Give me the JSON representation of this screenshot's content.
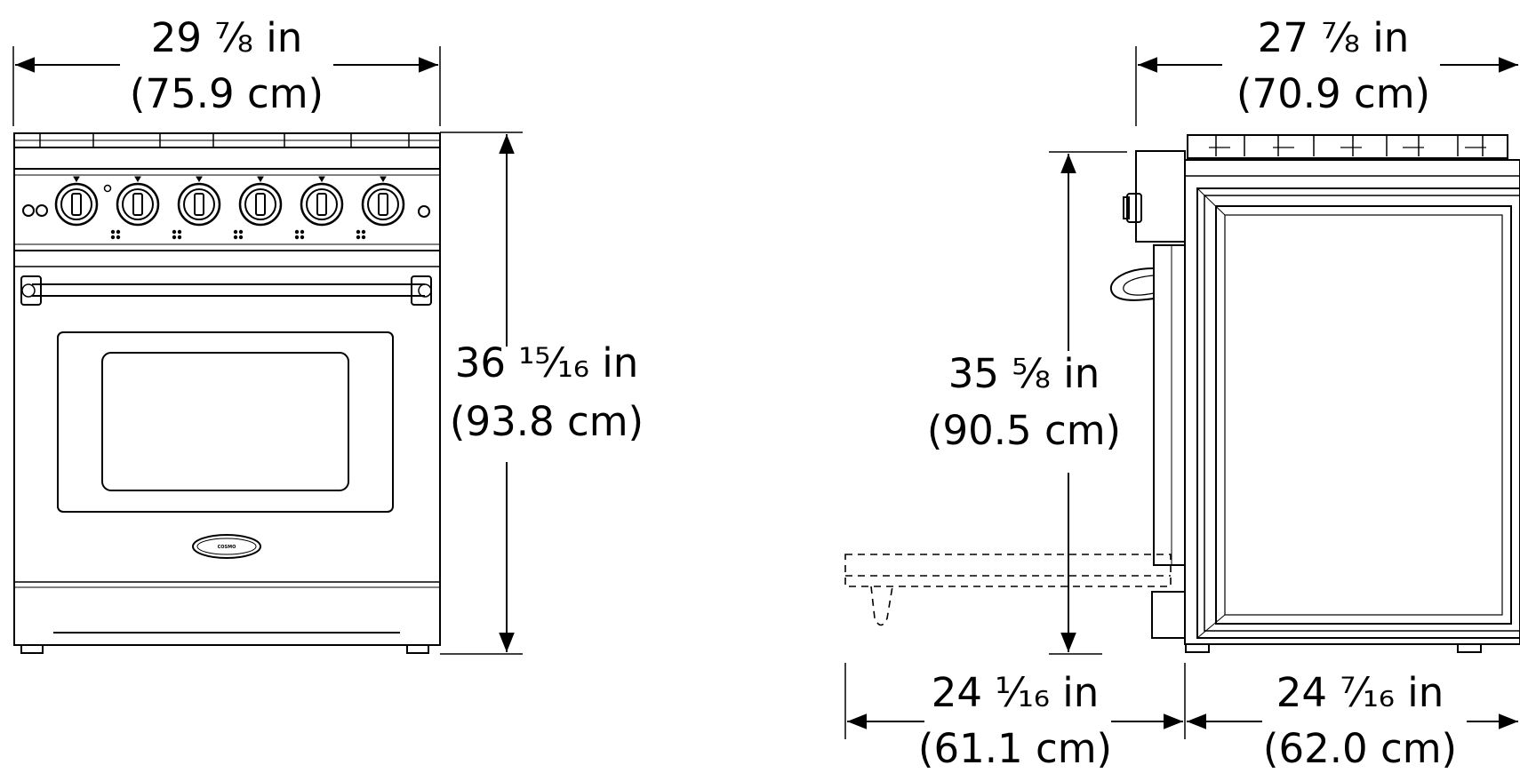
{
  "front_view": {
    "width_in": "29 ⅞ in",
    "width_cm": "(75.9 cm)",
    "height_in": "36 ¹⁵⁄₁₆ in",
    "height_cm": "(93.8 cm)",
    "brand_logo": "COSMO",
    "knob_count": 6,
    "burner_count": 5
  },
  "side_view": {
    "width_in": "27 ⅞ in",
    "width_cm": "(70.9 cm)",
    "height_in": "35 ⅝ in",
    "height_cm": "(90.5 cm)",
    "door_open_depth_in": "24 ¹⁄₁₆ in",
    "door_open_depth_cm": "(61.1 cm)",
    "body_depth_in": "24 ⁷⁄₁₆ in",
    "body_depth_cm": "(62.0 cm)"
  },
  "colors": {
    "line": "#000000",
    "background": "#ffffff"
  }
}
